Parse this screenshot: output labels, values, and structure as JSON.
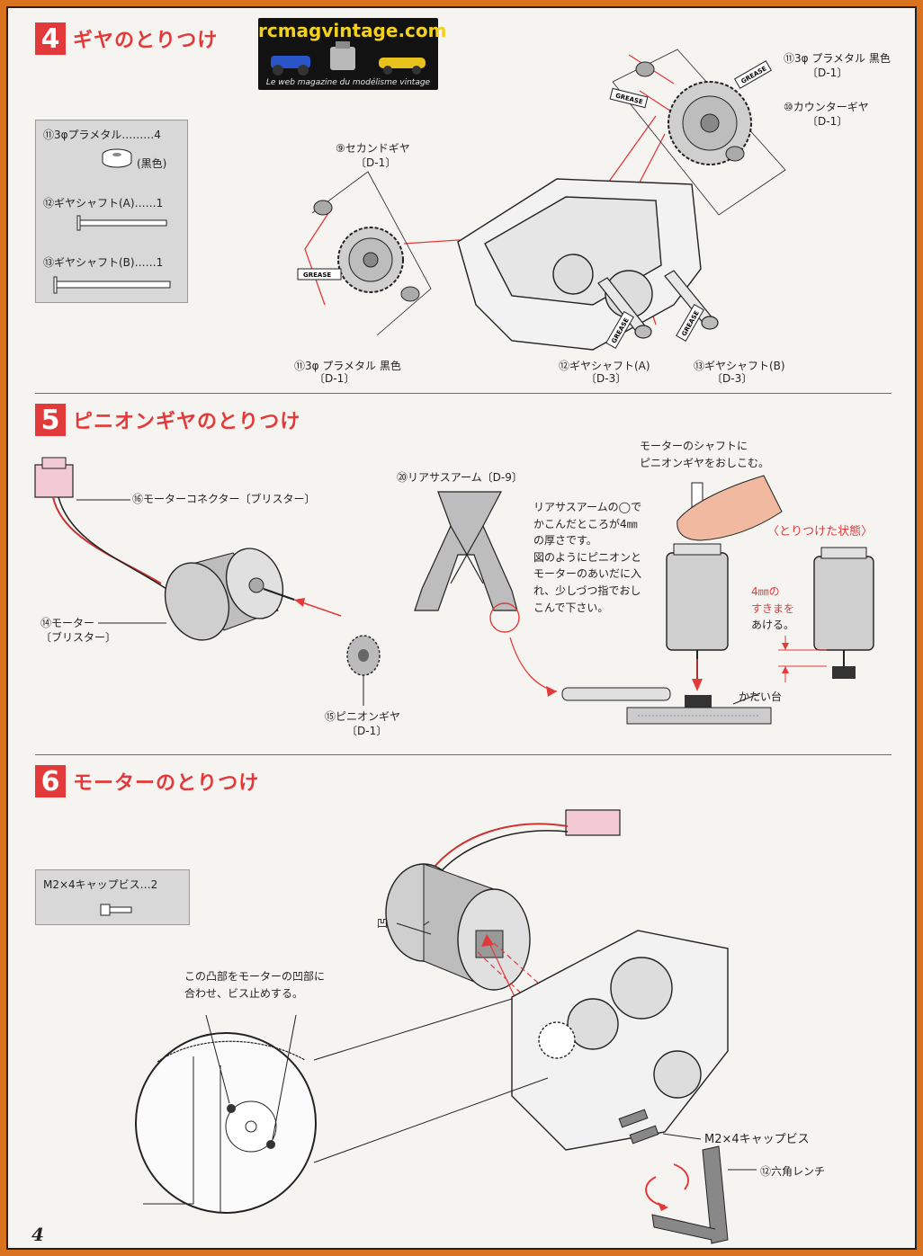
{
  "logo": {
    "title": "rcmagvintage.com",
    "subtitle": "Le web magazine du modélisme vintage"
  },
  "sections": [
    {
      "num": "4",
      "title": "ギヤのとりつけ"
    },
    {
      "num": "5",
      "title": "ピニオンギヤのとりつけ"
    },
    {
      "num": "6",
      "title": "モーターのとりつけ"
    }
  ],
  "s4": {
    "parts": [
      {
        "label": "⑪3φプラメタル………4",
        "sub": "(黒色)"
      },
      {
        "label": "⑫ギヤシャフト(A)……1"
      },
      {
        "label": "⑬ギヤシャフト(B)……1"
      }
    ],
    "callouts": {
      "second_gear": "⑨セカンドギヤ",
      "second_gear_ref": "〔D-1〕",
      "plametal_top": "⑪3φ プラメタル 黒色",
      "plametal_top_ref": "〔D-1〕",
      "counter_gear": "⑩カウンターギヤ",
      "counter_gear_ref": "〔D-1〕",
      "plametal_bottom": "⑪3φ プラメタル 黒色",
      "plametal_bottom_ref": "〔D-1〕",
      "shaft_a": "⑫ギヤシャフト(A)",
      "shaft_a_ref": "〔D-3〕",
      "shaft_b": "⑬ギヤシャフト(B)",
      "shaft_b_ref": "〔D-3〕",
      "grease": "GREASE"
    }
  },
  "s5": {
    "connector": "⑯モーターコネクター〔ブリスター〕",
    "motor": "⑭モーター",
    "motor_ref": "〔ブリスター〕",
    "pinion": "⑮ピニオンギヤ",
    "pinion_ref": "〔D-1〕",
    "rear_arm": "⑳リアサスアーム〔D-9〕",
    "note_lines": [
      "リアサスアームの◯で",
      "かこんだところが4㎜",
      "の厚さです。",
      "図のようにピニオンと",
      "モーターのあいだに入",
      "れ、少しづつ指でおし",
      "こんで下さい。"
    ],
    "push_lines": [
      "モーターのシャフトに",
      "ピニオンギヤをおしこむ。"
    ],
    "installed": "〈とりつけた状態〉",
    "gap_lines": [
      "4㎜の",
      "すきまを",
      "あける。"
    ],
    "hard_base": "かたい台"
  },
  "s6": {
    "parts_label": "M2×4キャップビス…2",
    "concave": "凹",
    "note_lines": [
      "この凸部をモーターの凹部に",
      "合わせ、ビス止めする。"
    ],
    "screw_label": "M2×4キャップビス",
    "wrench_label": "⑫六角レンチ"
  },
  "page_number": "4",
  "colors": {
    "accent": "#e23a3a",
    "frame": "#d9721f",
    "paper": "#f6f4f1",
    "part_box": "#d8d8d8"
  }
}
